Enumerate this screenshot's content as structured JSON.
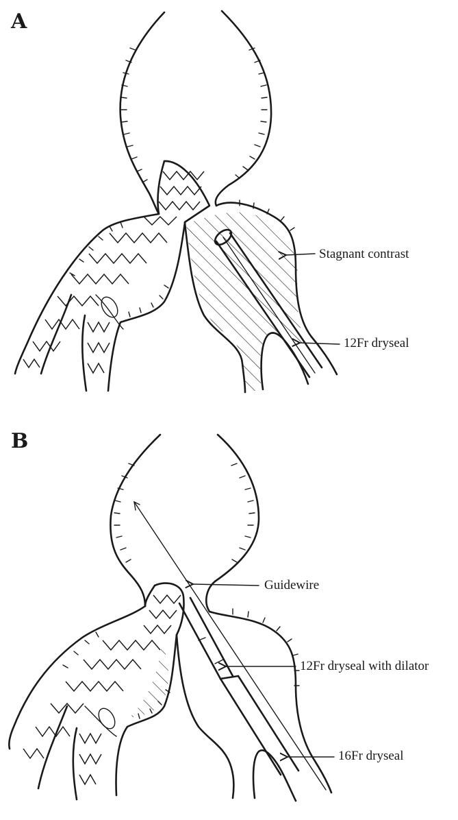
{
  "panel_a": {
    "letter": "A",
    "labels": {
      "stagnant_contrast": "Stagnant contrast",
      "dryseal_12fr": "12Fr dryseal"
    }
  },
  "panel_b": {
    "letter": "B",
    "labels": {
      "guidewire": "Guidewire",
      "dryseal_12fr_dilator": "12Fr dryseal with dilator",
      "dryseal_16fr": "16Fr dryseal"
    }
  }
}
